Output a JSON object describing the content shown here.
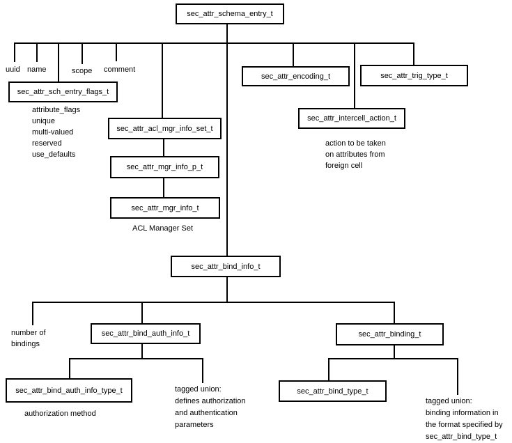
{
  "nodes": {
    "schema_entry": "sec_attr_schema_entry_t",
    "sch_entry_flags": "sec_attr_sch_entry_flags_t",
    "acl_mgr_info_set": "sec_attr_acl_mgr_info_set_t",
    "mgr_info_p": "sec_attr_mgr_info_p_t",
    "mgr_info": "sec_attr_mgr_info_t",
    "encoding": "sec_attr_encoding_t",
    "trig_type": "sec_attr_trig_type_t",
    "intercell_action": "sec_attr_intercell_action_t",
    "bind_info": "sec_attr_bind_info_t",
    "bind_auth_info": "sec_attr_bind_auth_info_t",
    "binding": "sec_attr_binding_t",
    "bind_auth_info_type": "sec_attr_bind_auth_info_type_t",
    "bind_type": "sec_attr_bind_type_t"
  },
  "labels": {
    "uuid": "uuid",
    "name": "name",
    "scope": "scope",
    "comment": "comment",
    "flags_list": "attribute_flags\nunique\nmulti-valued\nreserved\nuse_defaults",
    "acl_manager_set": "ACL Manager Set",
    "intercell_note": "action to be taken\non attributes from\nforeign cell",
    "number_of_bindings": "number of\nbindings",
    "authorization_method": "authorization method",
    "auth_union_note": "tagged union:\ndefines authorization\nand authentication\nparameters",
    "binding_union_note": "tagged union:\nbinding information in\nthe format specified by\nsec_attr_bind_type_t"
  },
  "colors": {
    "line": "#000000",
    "box_border": "#000000",
    "background": "#ffffff",
    "text": "#000000"
  }
}
